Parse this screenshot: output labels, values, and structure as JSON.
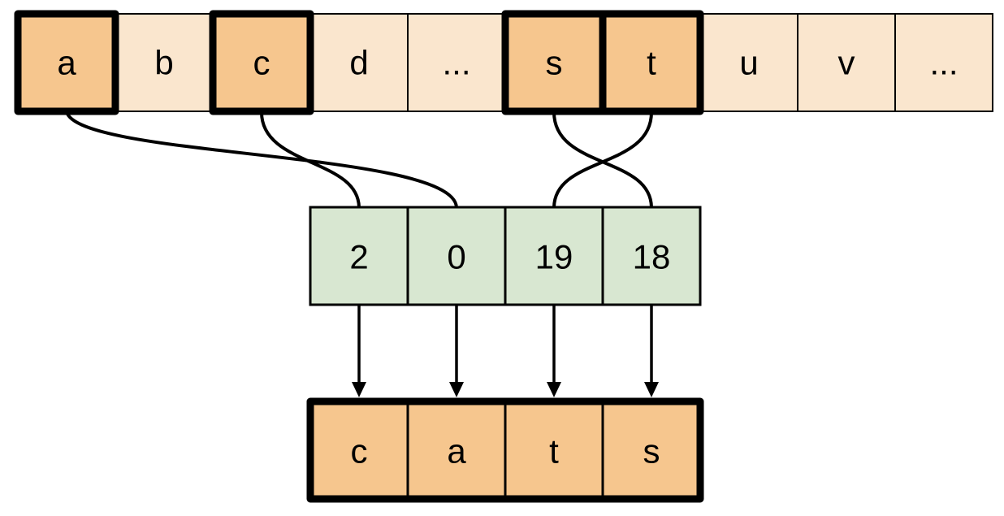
{
  "diagram_type": "string-to-alphabet-index mapping",
  "colors": {
    "cell_light": "#FAE6CE",
    "cell_highlight": "#F6C68E",
    "index_fill": "#D8E7D1",
    "stroke": "#000000",
    "background": "#FFFFFF"
  },
  "alphabet_row": {
    "cells": [
      {
        "label": "a",
        "highlighted": true
      },
      {
        "label": "b",
        "highlighted": false
      },
      {
        "label": "c",
        "highlighted": true
      },
      {
        "label": "d",
        "highlighted": false
      },
      {
        "label": "...",
        "highlighted": false
      },
      {
        "label": "s",
        "highlighted": true
      },
      {
        "label": "t",
        "highlighted": true
      },
      {
        "label": "u",
        "highlighted": false
      },
      {
        "label": "v",
        "highlighted": false
      },
      {
        "label": "...",
        "highlighted": false
      }
    ]
  },
  "index_row": {
    "cells": [
      "2",
      "0",
      "19",
      "18"
    ]
  },
  "output_row": {
    "cells": [
      "c",
      "a",
      "t",
      "s"
    ]
  },
  "mappings": [
    {
      "from_cell": "a",
      "to_index": "0"
    },
    {
      "from_cell": "c",
      "to_index": "2"
    },
    {
      "from_cell": "s",
      "to_index": "18"
    },
    {
      "from_cell": "t",
      "to_index": "19"
    }
  ],
  "output_word": "cats"
}
